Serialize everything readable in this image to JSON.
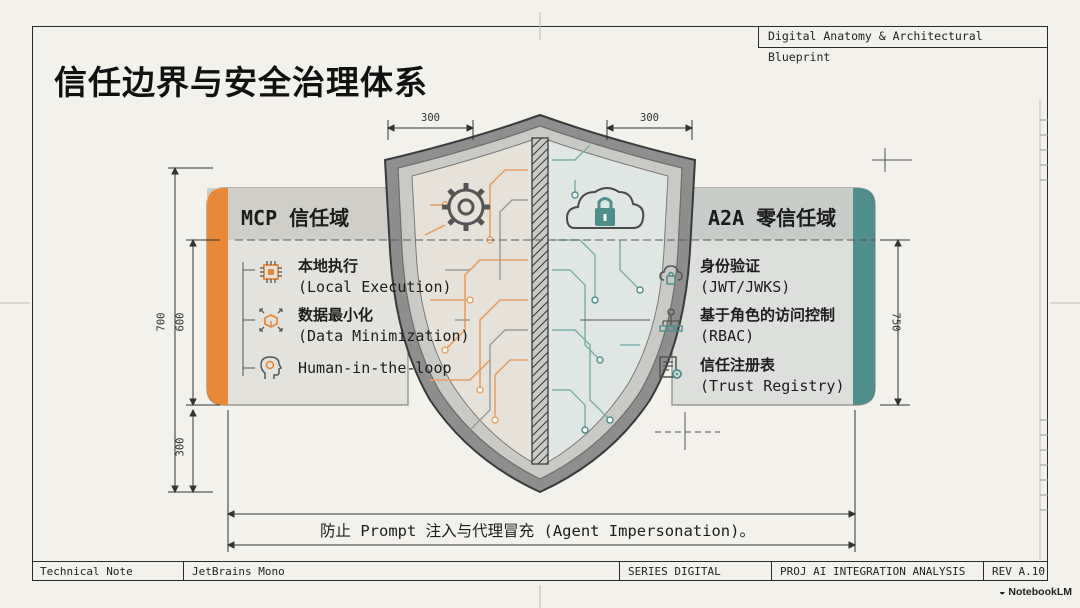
{
  "header": {
    "title": "信任边界与安全治理体系",
    "blueprint_tag": "Digital Anatomy & Architectural Blueprint"
  },
  "dimensions": {
    "top_left": "300",
    "top_right": "300",
    "left_outer": "700",
    "left_inner": "600",
    "left_bottom": "300",
    "right": "750"
  },
  "left_panel": {
    "title": "MCP 信任域",
    "accent": "#e8893a",
    "items": [
      {
        "icon": "chip-icon",
        "zh": "本地执行",
        "en": "(Local Execution)"
      },
      {
        "icon": "data-minimize-icon",
        "zh": "数据最小化",
        "en": "(Data Minimization)"
      },
      {
        "icon": "human-head-gear-icon",
        "zh": "",
        "en": "Human-in-the-loop"
      }
    ]
  },
  "right_panel": {
    "title": "A2A 零信任域",
    "accent": "#4f8e8a",
    "items": [
      {
        "icon": "cloud-lock-icon",
        "zh": "身份验证",
        "en": "(JWT/JWKS)"
      },
      {
        "icon": "role-hierarchy-icon",
        "zh": "基于角色的访问控制",
        "en": "(RBAC)"
      },
      {
        "icon": "registry-gear-icon",
        "zh": "信任注册表",
        "en": "(Trust Registry)"
      }
    ]
  },
  "bottom_note": "防止 Prompt 注入与代理冒充 (Agent Impersonation)。",
  "footer": {
    "cells": [
      "Technical Note",
      "JetBrains Mono",
      "SERIES DIGITAL",
      "PROJ AI INTEGRATION ANALYSIS",
      "REV A.10"
    ]
  },
  "brand": "NotebookLM"
}
